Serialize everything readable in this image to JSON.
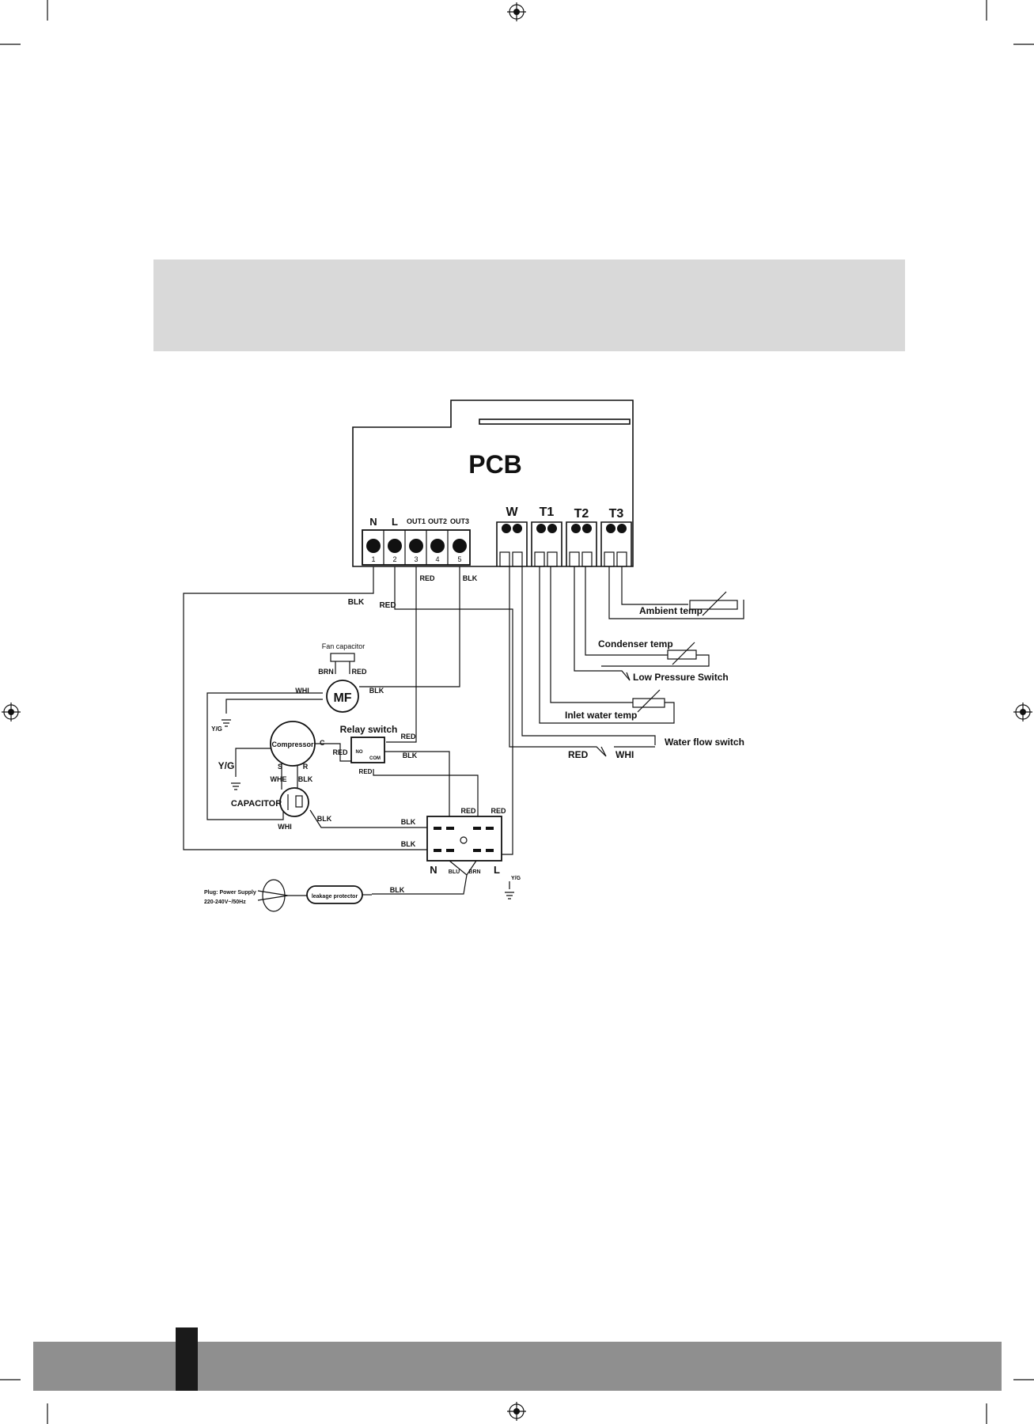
{
  "page": {
    "colors": {
      "header_band": "#d9d9d9",
      "footer_band": "#8f8f8f",
      "footer_tab": "#1a1a1a",
      "ink": "#111111"
    }
  },
  "pcb": {
    "title": "PCB",
    "terminals": [
      {
        "label": "N",
        "number": "1"
      },
      {
        "label": "L",
        "number": "2"
      },
      {
        "label": "OUT1",
        "number": "3"
      },
      {
        "label": "OUT2",
        "number": "4"
      },
      {
        "label": "OUT3",
        "number": "5"
      }
    ],
    "sensor_ports": [
      "W",
      "T1",
      "T2",
      "T3"
    ]
  },
  "components": {
    "fan_capacitor": "Fan capacitor",
    "fan_motor": "MF",
    "compressor": "Compressor",
    "capacitor": "CAPACITOR",
    "relay_switch": "Relay switch",
    "relay_no": "NO",
    "relay_com": "COM",
    "leakage_protector": "leakage protector",
    "plug_line1": "Plug: Power Supply",
    "plug_line2": "220-240V~/50Hz",
    "compressor_c": "C",
    "compressor_s": "S",
    "compressor_r": "R",
    "terminal_n": "N",
    "terminal_l": "L"
  },
  "sensors": {
    "ambient": "Ambient temp",
    "condenser": "Condenser temp",
    "low_pressure": "Low Pressure Switch",
    "inlet_water": "Inlet water temp",
    "water_flow": "Water flow switch"
  },
  "wire_labels": {
    "blk": "BLK",
    "red": "RED",
    "whi": "WHI",
    "whe": "WHE",
    "brn": "BRN",
    "blu": "BLU",
    "yg": "Y/G"
  }
}
